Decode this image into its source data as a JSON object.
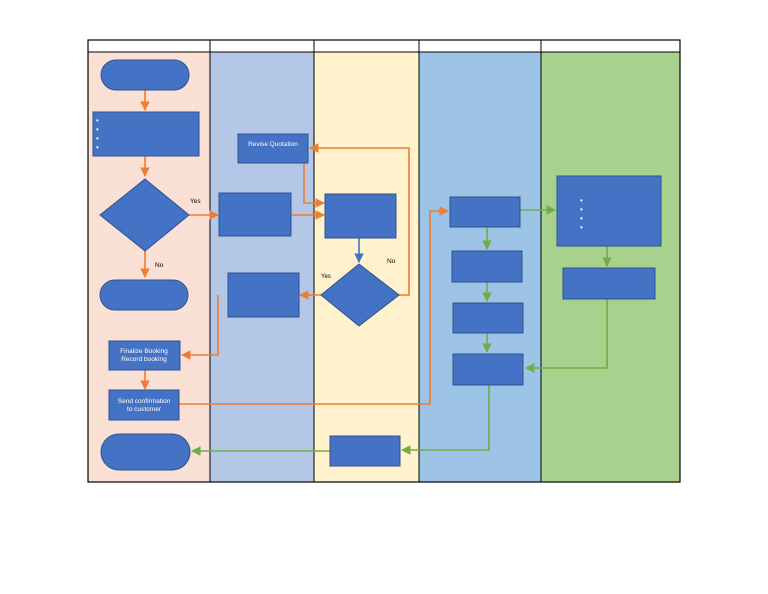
{
  "diagram": {
    "colors": {
      "lane_1": "#FBE0D5",
      "lane_2": "#B4C7E7",
      "lane_3": "#FFF2CC",
      "lane_4": "#9DC3E6",
      "lane_5": "#A9D18E",
      "shape_fill": "#4472C4",
      "shape_stroke": "#2F528F",
      "arrow_orange": "#ED7D31",
      "arrow_green": "#70AD47",
      "arrow_blue": "#4472C4",
      "border": "#000000"
    },
    "shapes": {
      "revise_quotation": "Revise Quotation",
      "finalize_booking_line1": "Finalize Booking",
      "finalize_booking_line2": "Record booking",
      "send_confirmation_line1": "Send confirmation",
      "send_confirmation_line2": "to customer"
    },
    "labels": {
      "yes_first": "Yes",
      "no_first": "No",
      "yes_second": "Yes",
      "no_second": "No"
    },
    "bullets": {
      "symbol": "•"
    }
  }
}
